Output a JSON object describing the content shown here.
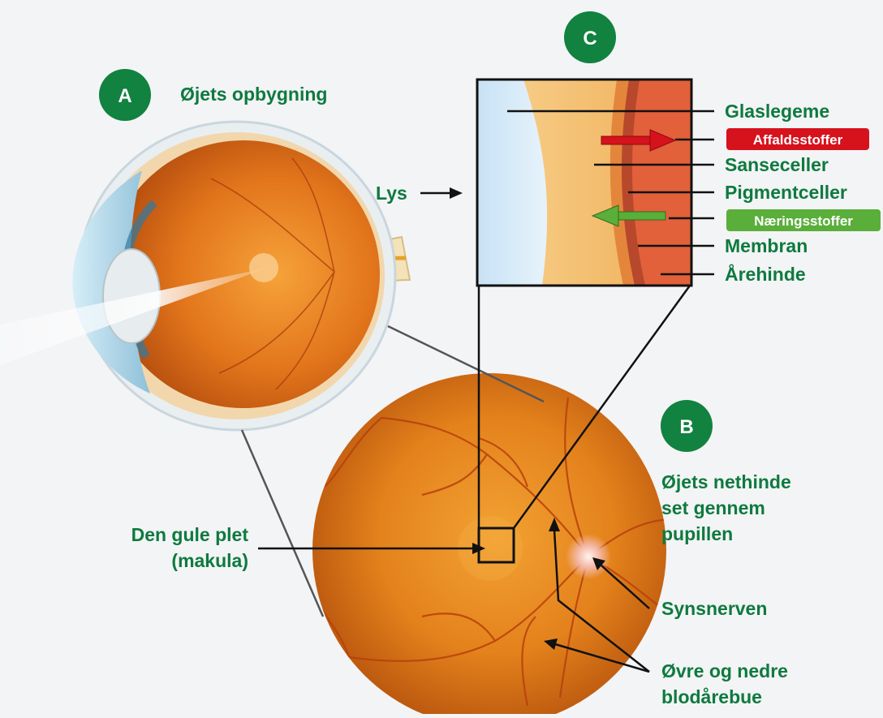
{
  "section_a": {
    "badge": "A",
    "title": "Øjets opbygning"
  },
  "section_b": {
    "badge": "B",
    "title_lines": [
      "Øjets nethinde",
      "set gennem",
      "pupillen"
    ],
    "labels": {
      "macula_lines": [
        "Den gule plet",
        "(makula)"
      ],
      "optic_nerve": "Synsnerven",
      "vessels_lines": [
        "Øvre og nedre",
        "blodårebue"
      ]
    }
  },
  "section_c": {
    "badge": "C",
    "light": "Lys",
    "layers": {
      "vitreous": "Glaslegeme",
      "waste": "Affaldsstoffer",
      "photoreceptors": "Sanseceller",
      "pigment": "Pigmentceller",
      "nutrients": "Næringsstoffer",
      "membrane": "Membran",
      "choroid": "Årehinde"
    }
  },
  "colors": {
    "badge_green": "#11823f",
    "label_green": "#0e7a3e",
    "waste_red": "#d6121d",
    "nutrient_green": "#5aae3a",
    "background": "#f3f4f6"
  }
}
